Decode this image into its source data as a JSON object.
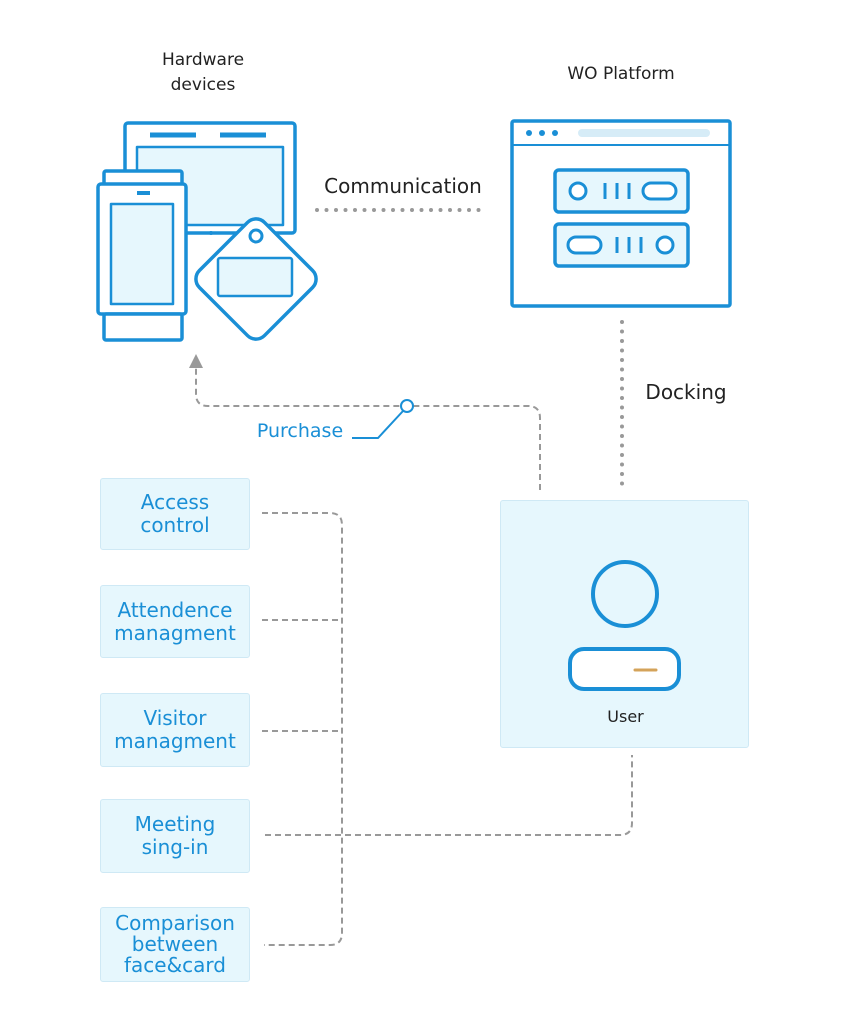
{
  "hardware": {
    "title": "Hardware\ndevices"
  },
  "platform": {
    "title": "WO Platform"
  },
  "links": {
    "communication": "Communication",
    "docking": "Docking",
    "purchase": "Purchase"
  },
  "user": {
    "label": "User"
  },
  "features": [
    {
      "label": "Access\ncontrol"
    },
    {
      "label": "Attendence\nmanagment"
    },
    {
      "label": "Visitor\nmanagment"
    },
    {
      "label": "Meeting\nsing-in"
    },
    {
      "label": "Comparison\nbetween\nface&card"
    }
  ],
  "colors": {
    "accent": "#1a8fd6",
    "box_fill": "#e6f7fd",
    "connector": "#999999",
    "user_detail": "#d4a35a"
  }
}
